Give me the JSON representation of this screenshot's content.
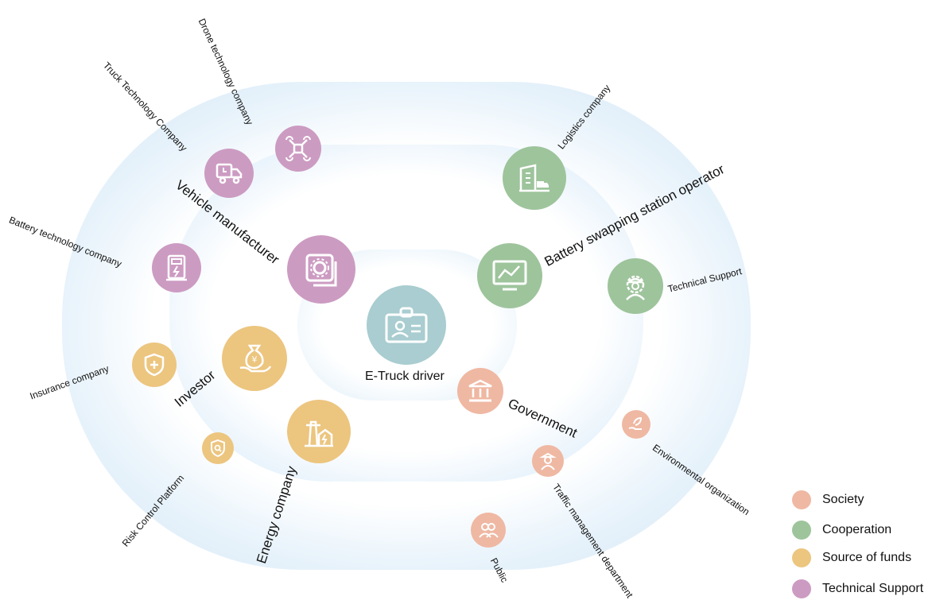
{
  "center": {
    "label": "E-Truck driver",
    "color": "#a9cdd0"
  },
  "colors": {
    "society": "#efb8a3",
    "cooperation": "#9ec49c",
    "funds": "#ecc57f",
    "technical": "#cc9bc2"
  },
  "nodes": {
    "vehicle_manufacturer": "Vehicle manufacturer",
    "battery_swapping": "Battery swapping station operator",
    "investor": "Investor",
    "government": "Government",
    "energy_company": "Energy company",
    "drone_tech": "Drone technology company",
    "truck_tech": "Truck Technology Company",
    "logistics": "Logistics company",
    "battery_tech": "Battery technology company",
    "technical_support": "Technical Support",
    "insurance": "Insurance company",
    "environmental": "Environmental organization",
    "risk_control": "Risk Control Platform",
    "traffic": "Traffic management department",
    "public": "Public"
  },
  "legend": [
    {
      "label": "Society",
      "color": "#efb8a3"
    },
    {
      "label": "Cooperation",
      "color": "#9ec49c"
    },
    {
      "label": "Source of funds",
      "color": "#ecc57f"
    },
    {
      "label": "Technical Support",
      "color": "#cc9bc2"
    }
  ]
}
